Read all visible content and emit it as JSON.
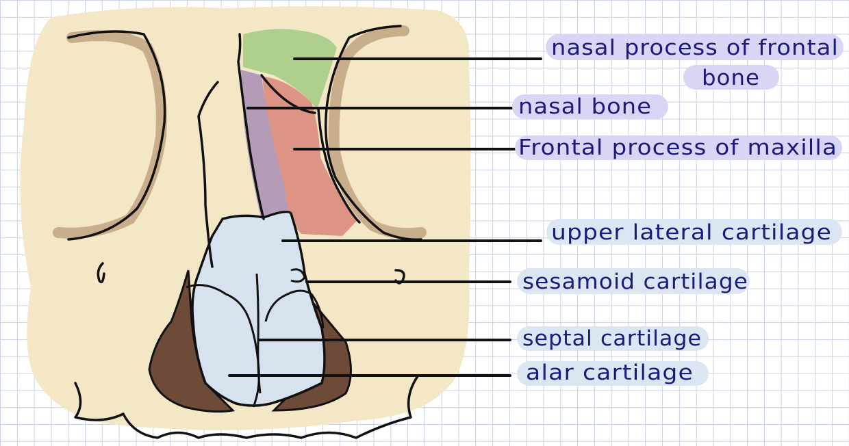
{
  "labels": {
    "nasal_process_frontal_line1": "nasal process of frontal",
    "nasal_process_frontal_line2": "bone",
    "nasal_bone": "nasal bone",
    "frontal_process_maxilla": "Frontal process of maxilla",
    "upper_lateral_cartilage": "upper lateral cartilage",
    "sesamoid_cartilage": "sesamoid cartilage",
    "septal_cartilage": "septal cartilage",
    "alar_cartilage": "alar cartilage"
  },
  "colors": {
    "skull": "#f3e7c6",
    "orbit_shadow": "#c9ae8c",
    "nasal_process": "#aed08c",
    "nasal_bone": "#b49cb8",
    "maxilla": "#dd9484",
    "cartilage": "#d6e3ef",
    "alar": "#6e4b38",
    "highlight": "#d8d6f4",
    "highlight_blue": "#dbe6f2",
    "ink": "#1c1a7a"
  }
}
